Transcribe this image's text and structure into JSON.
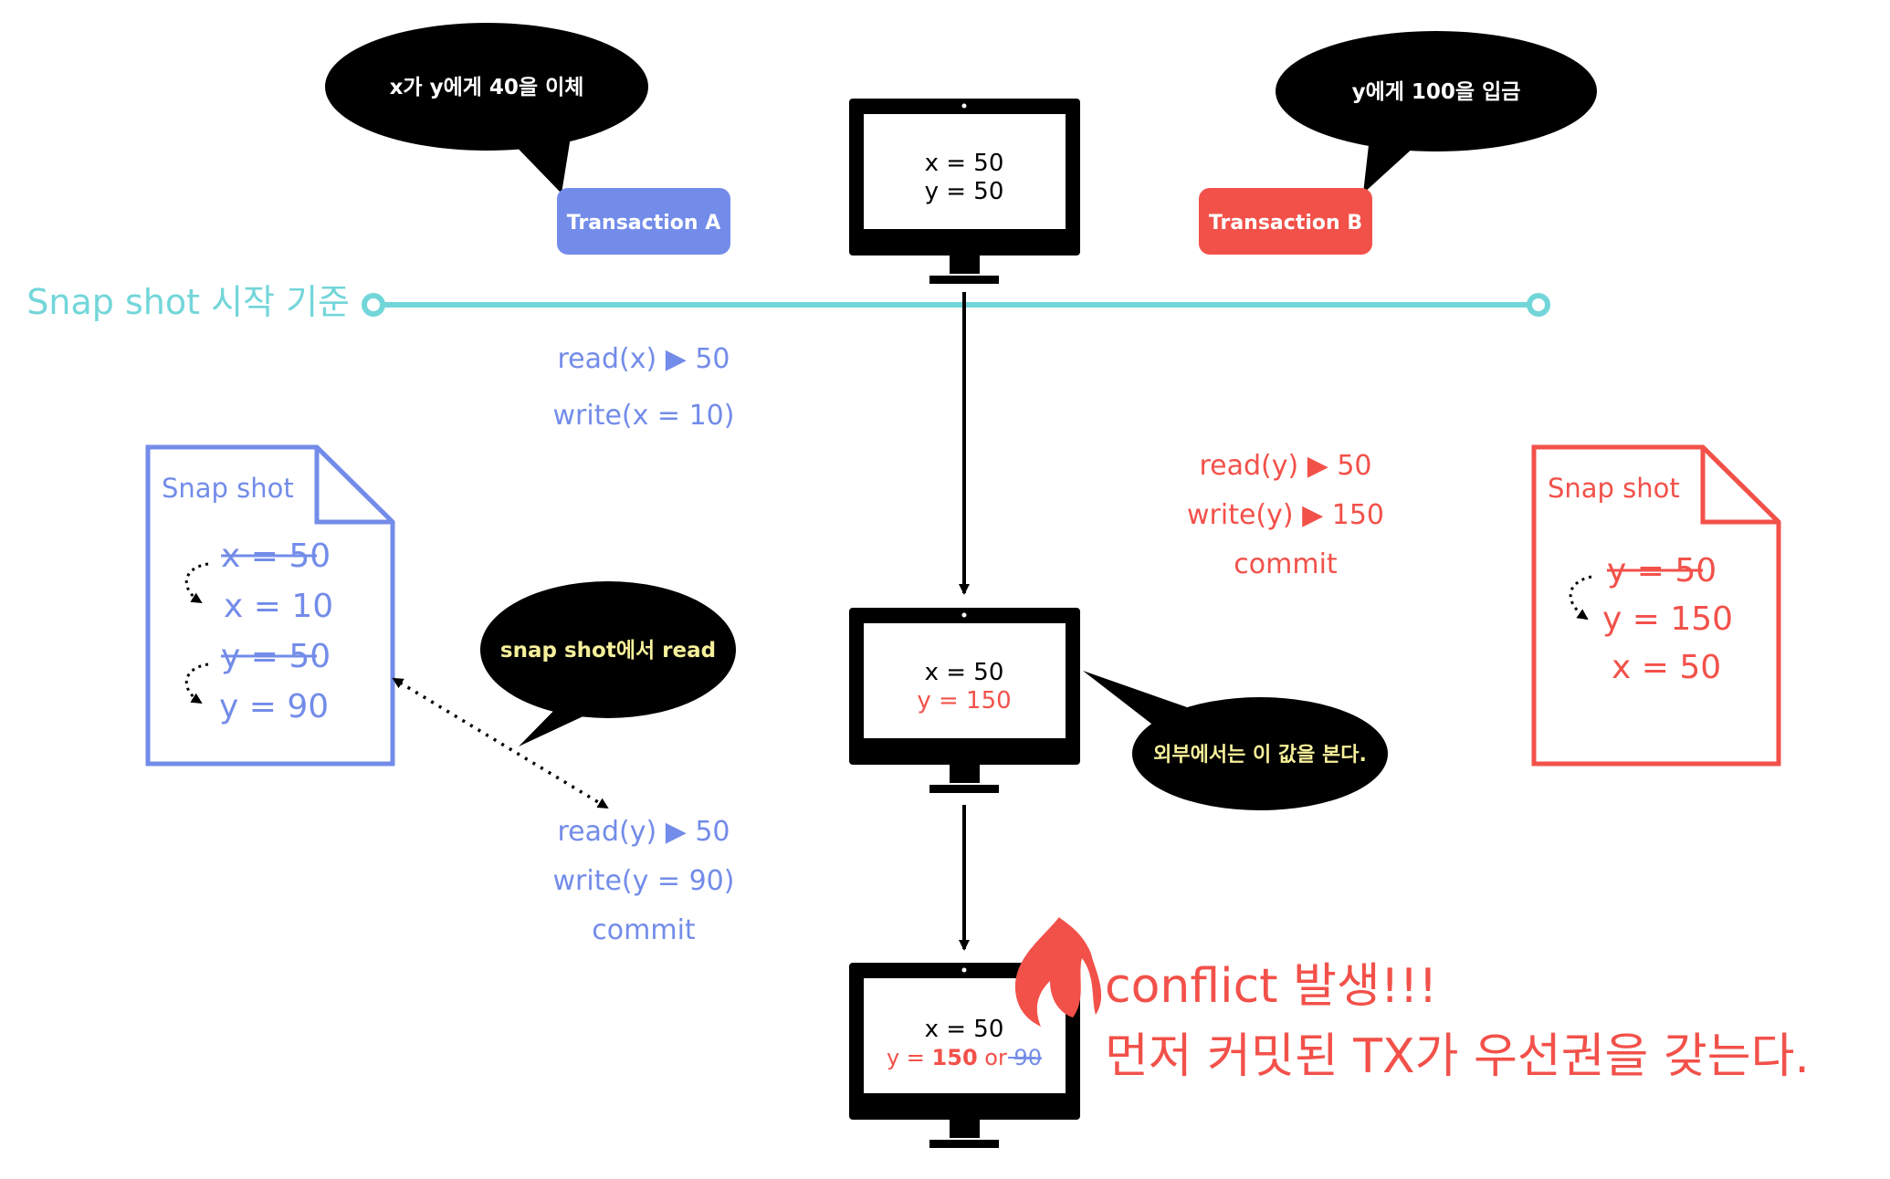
{
  "bubbles": {
    "tx_a_note": "x가 y에게 40을 이체",
    "tx_b_note": "y에게 100을 입금",
    "snapshot_read_note": "snap shot에서 read",
    "external_view_note": "외부에서는 이 값을 본다."
  },
  "transactions": {
    "a_label": "Transaction A",
    "b_label": "Transaction B"
  },
  "timeline": {
    "label": "Snap shot 시작 기준"
  },
  "tx_a_steps": {
    "read_x": "read(x) ▶ 50",
    "write_x": "write(x = 10)",
    "read_y": "read(y) ▶ 50",
    "write_y": "write(y = 90)",
    "commit": "commit"
  },
  "tx_b_steps": {
    "read_y": "read(y) ▶ 50",
    "write_y": "write(y) ▶ 150",
    "commit": "commit"
  },
  "monitors": {
    "top": {
      "x": "x = 50",
      "y": "y = 50"
    },
    "middle": {
      "x": "x = 50",
      "y": "y = 150"
    },
    "bottom": {
      "x": "x = 50",
      "y_prefix": "y = ",
      "y_150": "150",
      "y_or": " or ",
      "y_90": "90"
    }
  },
  "snapshot_a": {
    "title": "Snap shot",
    "old_x": "x = 50",
    "new_x": "x = 10",
    "old_y": "y = 50",
    "new_y": "y = 90"
  },
  "snapshot_b": {
    "title": "Snap shot",
    "old_y": "y = 50",
    "new_y": "y = 150",
    "x": "x = 50"
  },
  "conflict": {
    "line1": "conflict 발생!!!",
    "line2": "먼저 커밋된 TX가 우선권을 갖는다."
  },
  "colors": {
    "blue": "#738ce9",
    "red": "#f2514a",
    "teal": "#72d6d9",
    "black": "#000000",
    "yellow_text": "#f6f09a"
  },
  "icons": [
    "monitor-icon",
    "document-icon",
    "fire-icon",
    "speech-bubble"
  ]
}
